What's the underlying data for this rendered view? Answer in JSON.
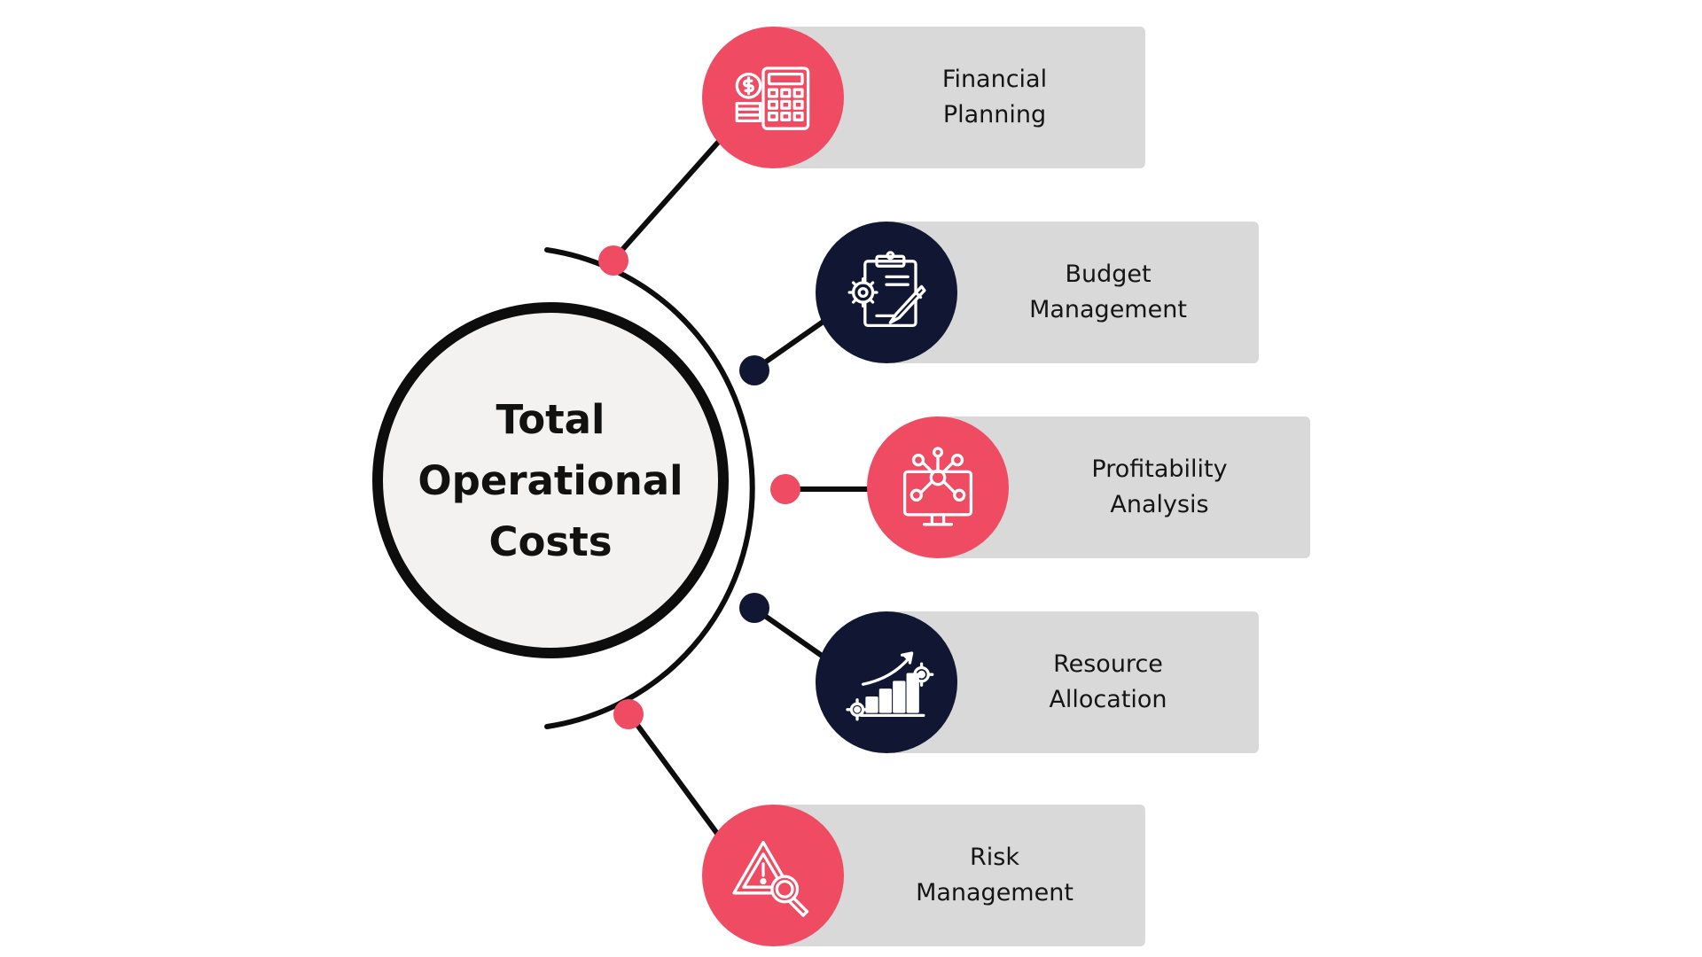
{
  "diagram": {
    "center": {
      "title_lines": [
        "Total",
        "Operational",
        "Costs"
      ]
    },
    "colors": {
      "accent": "#ef4b62",
      "dark": "#111633",
      "card": "#d9d9d9",
      "line": "#0d0d0d",
      "hub_fill": "#f3f2f1"
    },
    "branches": [
      {
        "label": "Financial Planning",
        "label_lines": [
          "Financial",
          "Planning"
        ],
        "icon": "calculator-coins-icon",
        "color": "accent"
      },
      {
        "label": "Budget Management",
        "label_lines": [
          "Budget",
          "Management"
        ],
        "icon": "clipboard-gear-pencil-icon",
        "color": "dark"
      },
      {
        "label": "Profitability Analysis",
        "label_lines": [
          "Profitability",
          "Analysis"
        ],
        "icon": "monitor-network-icon",
        "color": "accent"
      },
      {
        "label": "Resource Allocation",
        "label_lines": [
          "Resource",
          "Allocation"
        ],
        "icon": "growth-chart-gears-icon",
        "color": "dark"
      },
      {
        "label": "Risk Management",
        "label_lines": [
          "Risk",
          "Management"
        ],
        "icon": "warning-magnifier-icon",
        "color": "accent"
      }
    ]
  }
}
